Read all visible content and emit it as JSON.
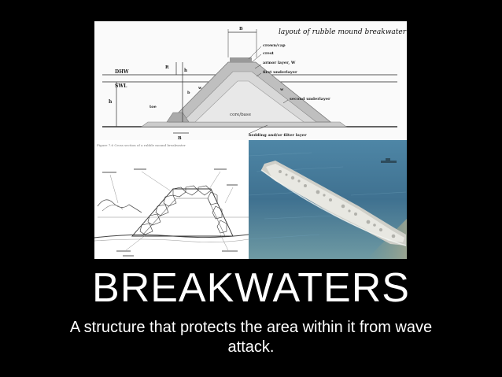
{
  "slide": {
    "title": "BREAKWATERS",
    "subtitle": "A structure that protects the area within it from wave attack."
  },
  "diagram_top": {
    "heading": "layout of rubble mound breakwater",
    "labels": {
      "b": "B",
      "crown": "crown/cap",
      "crest": "crest",
      "armor": "armor layer, W",
      "first_under": "first underlayer",
      "second_under": "second underlayer",
      "bedding": "bedding and/or filter layer",
      "core": "core/base",
      "dhw": "DHW",
      "swl": "SWL",
      "r": "R",
      "h1": "h",
      "h": "h",
      "toe": "toe",
      "b1": "b",
      "w1": "w",
      "w2": "w",
      "bt": "B"
    }
  },
  "diagram_bottom": {
    "caption": "Figure 7.6 Cross section of a rubble mound breakwater"
  },
  "colors": {
    "background": "#000000",
    "text": "#ffffff",
    "sea": "#4f7f98"
  }
}
